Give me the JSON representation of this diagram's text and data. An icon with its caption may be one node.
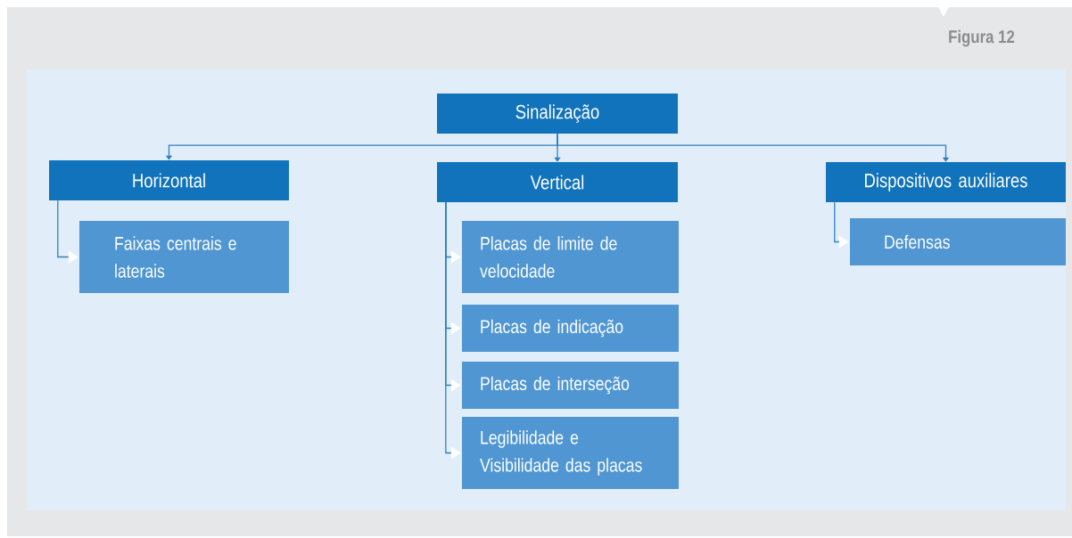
{
  "diagram": {
    "nodes": [
      {
        "text": [
          "Sinalização"
        ]
      },
      {
        "text": [
          "Horizontal"
        ]
      },
      {
        "text": [
          "Vertical"
        ]
      },
      {
        "text": [
          "Dispositivos auxiliares"
        ]
      },
      {
        "text": [
          "Faixas centrais e laterais"
        ]
      },
      {
        "text": [
          "Placas de limite de velocidade"
        ]
      },
      {
        "text": [
          "Placas de indicação"
        ]
      },
      {
        "text": [
          "Placas de interseção"
        ]
      },
      {
        "text": [
          "Legibilidade e Visibilidade das placas"
        ]
      },
      {
        "text": [
          "Defensas"
        ]
      }
    ],
    "edges": [
      {
        "from": 0,
        "to": 1,
        "arrow": "to"
      },
      {
        "from": 0,
        "to": 2,
        "arrow": "to"
      },
      {
        "from": 0,
        "to": 3,
        "arrow": "to"
      },
      {
        "from": 1,
        "to": 4,
        "arrow": "to"
      },
      {
        "from": 2,
        "to": 5,
        "arrow": "to"
      },
      {
        "from": 2,
        "to": 6,
        "arrow": "to"
      },
      {
        "from": 2,
        "to": 7,
        "arrow": "to"
      },
      {
        "from": 2,
        "to": 8,
        "arrow": "to"
      },
      {
        "from": 3,
        "to": 9,
        "arrow": "to"
      }
    ],
    "labels": [
      "Figura 12"
    ]
  }
}
